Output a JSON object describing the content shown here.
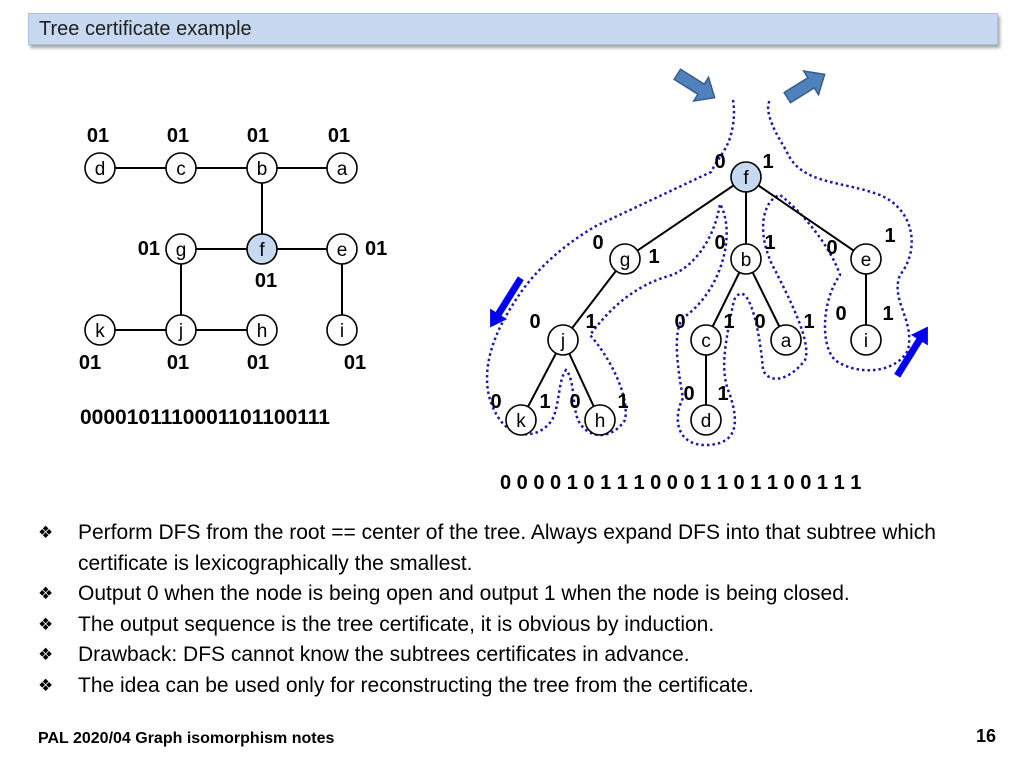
{
  "title": "Tree certificate example",
  "left_graph": {
    "nodes": [
      {
        "id": "d",
        "label": "d"
      },
      {
        "id": "c",
        "label": "c"
      },
      {
        "id": "b",
        "label": "b"
      },
      {
        "id": "a",
        "label": "a"
      },
      {
        "id": "g",
        "label": "g"
      },
      {
        "id": "f",
        "label": "f",
        "highlight": true
      },
      {
        "id": "e",
        "label": "e"
      },
      {
        "id": "k",
        "label": "k"
      },
      {
        "id": "j",
        "label": "j"
      },
      {
        "id": "h",
        "label": "h"
      },
      {
        "id": "i",
        "label": "i"
      }
    ],
    "edges": [
      [
        "d",
        "c"
      ],
      [
        "c",
        "b"
      ],
      [
        "b",
        "a"
      ],
      [
        "b",
        "f"
      ],
      [
        "g",
        "f"
      ],
      [
        "f",
        "e"
      ],
      [
        "g",
        "j"
      ],
      [
        "k",
        "j"
      ],
      [
        "j",
        "h"
      ],
      [
        "e",
        "i"
      ]
    ],
    "node_codes": [
      "01",
      "01",
      "01",
      "01",
      "01",
      "01",
      "01",
      "01",
      "01",
      "01",
      "01"
    ],
    "certificate": "0000101110001101100111"
  },
  "right_tree": {
    "nodes": [
      {
        "id": "f",
        "label": "f",
        "highlight": true,
        "open": "0",
        "close": "1"
      },
      {
        "id": "g",
        "label": "g",
        "open": "0",
        "close": "1"
      },
      {
        "id": "b",
        "label": "b",
        "open": "0",
        "close": "1"
      },
      {
        "id": "e",
        "label": "e",
        "open": "0",
        "close": "1"
      },
      {
        "id": "j",
        "label": "j",
        "open": "0",
        "close": "1"
      },
      {
        "id": "c",
        "label": "c",
        "open": "0",
        "close": "1"
      },
      {
        "id": "a",
        "label": "a",
        "open": "0",
        "close": "1"
      },
      {
        "id": "i",
        "label": "i",
        "open": "0",
        "close": "1"
      },
      {
        "id": "k",
        "label": "k",
        "open": "0",
        "close": "1"
      },
      {
        "id": "h",
        "label": "h",
        "open": "0",
        "close": "1"
      },
      {
        "id": "d",
        "label": "d",
        "open": "0",
        "close": "1"
      }
    ],
    "edges": [
      [
        "f",
        "g"
      ],
      [
        "f",
        "b"
      ],
      [
        "f",
        "e"
      ],
      [
        "g",
        "j"
      ],
      [
        "j",
        "k"
      ],
      [
        "j",
        "h"
      ],
      [
        "b",
        "c"
      ],
      [
        "b",
        "a"
      ],
      [
        "c",
        "d"
      ],
      [
        "e",
        "i"
      ]
    ],
    "sequence": "0 0 0 0 1 0 1 1 1 0 0 0 1 1 0 1 1 0 0 1 1 1"
  },
  "bullets": [
    "Perform DFS from the root == center of the tree. Always expand DFS into that subtree which certificate is lexicographically the smallest.",
    "Output 0 when the node is being open and output 1 when the node is being closed.",
    "The  output sequence is the tree certificate, it is obvious by induction.",
    "Drawback:  DFS cannot know the subtrees certificates in advance.",
    "The idea can be used only for reconstructing the tree from the certificate."
  ],
  "bullet_marker": "❖",
  "footer": "PAL 2020/04 Graph isomorphism  notes",
  "page_number": "16",
  "colors": {
    "node_highlight": "#c6d9f1",
    "trace": "#1a1aa8",
    "arrow_fill": "#4f81bd",
    "arrow_stroke": "#385d8a",
    "arrow_blue": "#0000ee",
    "title_bg": "#c6d9f1"
  }
}
